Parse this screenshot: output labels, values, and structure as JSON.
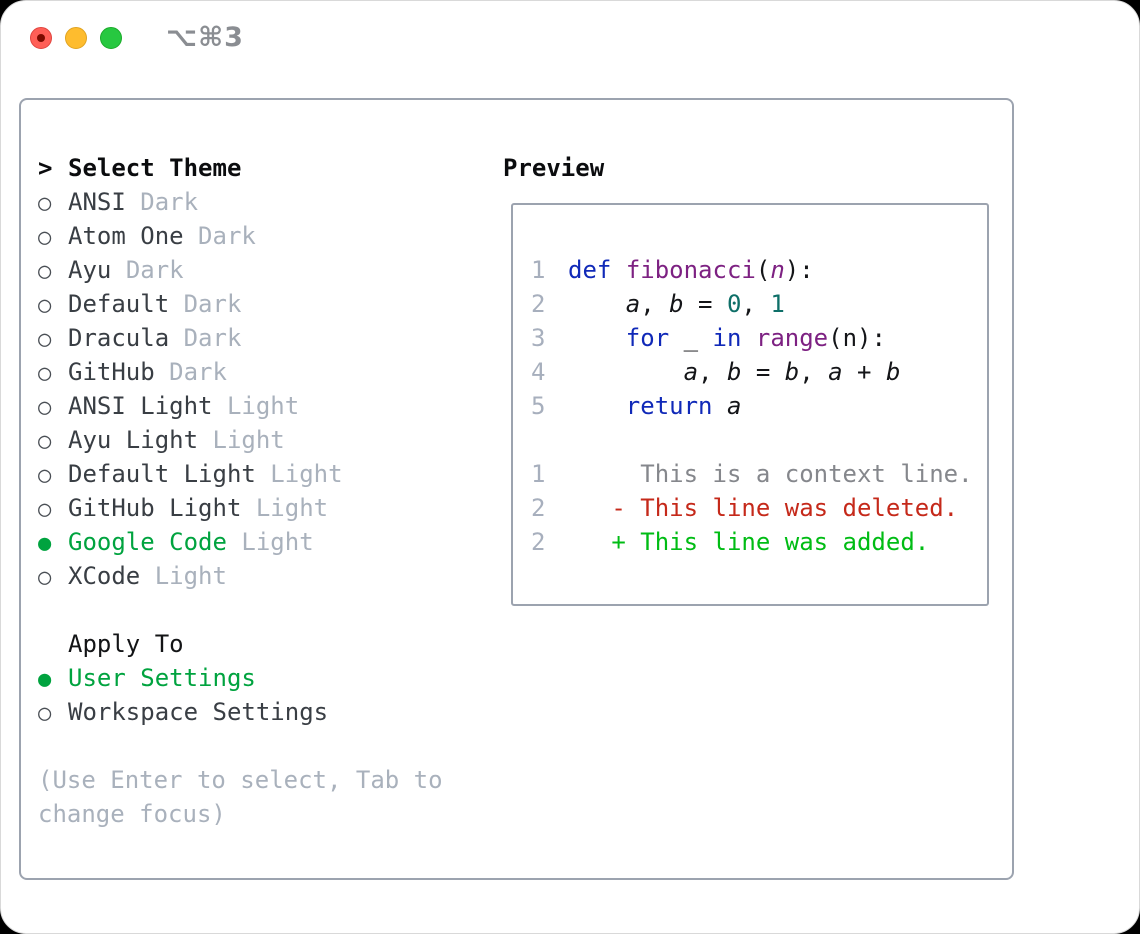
{
  "window": {
    "title": "⌥⌘3"
  },
  "markers": {
    "unselected": "○",
    "selected": "●",
    "cursor": ">"
  },
  "colors": {
    "accent_green": "#00a33f",
    "keyword_blue": "#1029b8",
    "function_purple": "#7d2182",
    "number_teal": "#0e6f68",
    "diff_red": "#c5291a",
    "diff_green": "#00bc14",
    "context_gray": "#85878c",
    "line_number_gray": "#a7afbd",
    "muted_gray": "#a9b1bc",
    "border_gray": "#9ca3af",
    "traffic_red": "#ff5f57",
    "traffic_yellow": "#febc2e",
    "traffic_green": "#27c840"
  },
  "sidebar": {
    "header": {
      "marker": ">",
      "label": "Select Theme"
    },
    "themes": [
      {
        "name": "ANSI",
        "variant": "Dark",
        "selected": false
      },
      {
        "name": "Atom One",
        "variant": "Dark",
        "selected": false
      },
      {
        "name": "Ayu",
        "variant": "Dark",
        "selected": false
      },
      {
        "name": "Default",
        "variant": "Dark",
        "selected": false
      },
      {
        "name": "Dracula",
        "variant": "Dark",
        "selected": false
      },
      {
        "name": "GitHub",
        "variant": "Dark",
        "selected": false
      },
      {
        "name": "ANSI Light",
        "variant": "Light",
        "selected": false
      },
      {
        "name": "Ayu Light",
        "variant": "Light",
        "selected": false
      },
      {
        "name": "Default Light",
        "variant": "Light",
        "selected": false
      },
      {
        "name": "GitHub Light",
        "variant": "Light",
        "selected": false
      },
      {
        "name": "Google Code",
        "variant": "Light",
        "selected": true
      },
      {
        "name": "XCode",
        "variant": "Light",
        "selected": false
      }
    ],
    "apply_to": {
      "label": "Apply To",
      "options": [
        {
          "name": "User Settings",
          "selected": true
        },
        {
          "name": "Workspace Settings",
          "selected": false
        }
      ]
    },
    "help_lines": [
      "(Use Enter to select, Tab to",
      "change focus)"
    ]
  },
  "preview": {
    "title": "Preview",
    "code_lines": [
      {
        "num": "1",
        "segments": [
          {
            "t": "def",
            "c": "kw"
          },
          {
            "t": " "
          },
          {
            "t": "fibonacci",
            "c": "fn"
          },
          {
            "t": "("
          },
          {
            "t": "n",
            "c": "param"
          },
          {
            "t": "):"
          }
        ]
      },
      {
        "num": "2",
        "segments": [
          {
            "t": "    "
          },
          {
            "t": "a",
            "c": "var"
          },
          {
            "t": ", "
          },
          {
            "t": "b",
            "c": "var"
          },
          {
            "t": " = "
          },
          {
            "t": "0",
            "c": "lit"
          },
          {
            "t": ", "
          },
          {
            "t": "1",
            "c": "lit"
          }
        ]
      },
      {
        "num": "3",
        "segments": [
          {
            "t": "    "
          },
          {
            "t": "for",
            "c": "kw"
          },
          {
            "t": " _ "
          },
          {
            "t": "in",
            "c": "kw"
          },
          {
            "t": " "
          },
          {
            "t": "range",
            "c": "fn"
          },
          {
            "t": "(n):"
          }
        ]
      },
      {
        "num": "4",
        "segments": [
          {
            "t": "        "
          },
          {
            "t": "a",
            "c": "var"
          },
          {
            "t": ", "
          },
          {
            "t": "b",
            "c": "var"
          },
          {
            "t": " = "
          },
          {
            "t": "b",
            "c": "var"
          },
          {
            "t": ", "
          },
          {
            "t": "a",
            "c": "var"
          },
          {
            "t": " + "
          },
          {
            "t": "b",
            "c": "var"
          }
        ]
      },
      {
        "num": "5",
        "segments": [
          {
            "t": "    "
          },
          {
            "t": "return",
            "c": "kw"
          },
          {
            "t": " "
          },
          {
            "t": "a",
            "c": "var"
          }
        ]
      },
      {
        "num": "",
        "segments": []
      },
      {
        "num": "1",
        "segments": [
          {
            "t": "     This is a context line.",
            "c": "ctx"
          }
        ]
      },
      {
        "num": "2",
        "segments": [
          {
            "t": "   - This line was deleted.",
            "c": "del"
          }
        ]
      },
      {
        "num": "2",
        "segments": [
          {
            "t": "   + This line was added.",
            "c": "add"
          }
        ]
      }
    ]
  }
}
